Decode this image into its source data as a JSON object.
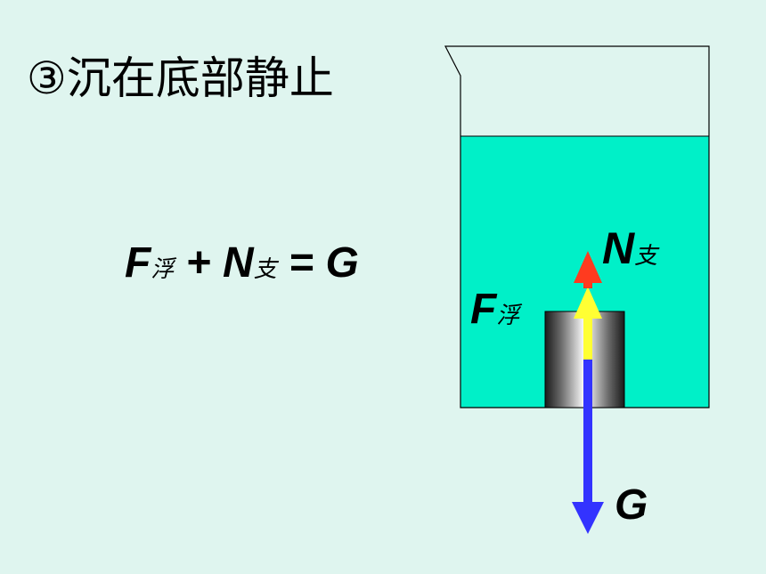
{
  "title": "③沉在底部静止",
  "equation": {
    "f": "F",
    "f_sub": "浮",
    "plus": " + ",
    "n": "N",
    "n_sub": "支",
    "equals": " = ",
    "g": "G"
  },
  "labels": {
    "n": "N",
    "n_sub": "支",
    "f": "F",
    "f_sub": "浮",
    "g": "G"
  },
  "colors": {
    "background": "#dff5ef",
    "water": "#00f0c8",
    "normal_force": "#ff3b1f",
    "buoyant_force": "#ffff33",
    "gravity": "#3333ff"
  }
}
